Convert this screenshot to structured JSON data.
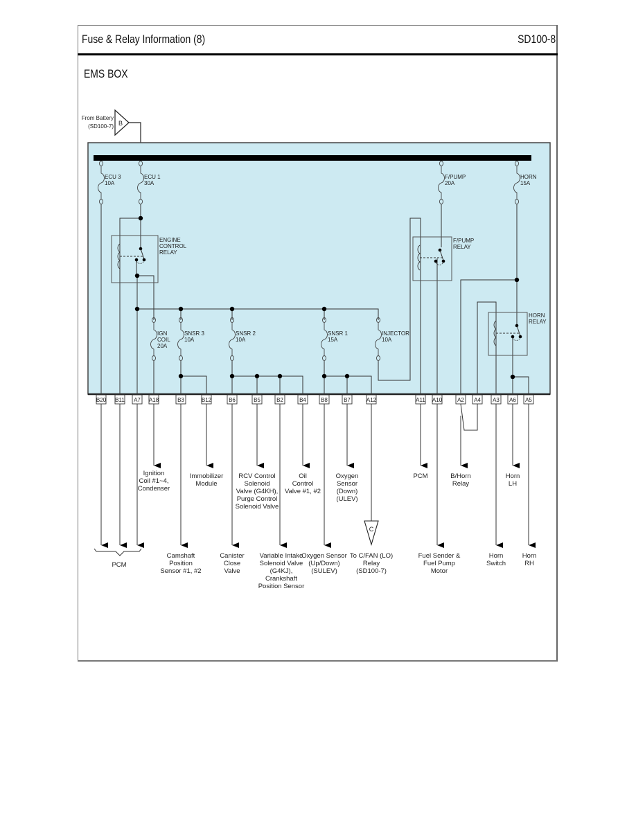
{
  "header": {
    "title": "Fuse & Relay Information (8)",
    "page_code": "SD100-8"
  },
  "section_title": "EMS BOX",
  "battery_input": {
    "label_line1": "From Battery",
    "label_line2": "(SD100-7)",
    "connector": "B"
  },
  "fuses": [
    {
      "id": "ecu3",
      "name": "ECU 3",
      "rating": "10A"
    },
    {
      "id": "ecu1",
      "name": "ECU 1",
      "rating": "30A"
    },
    {
      "id": "fpump",
      "name": "F/PUMP",
      "rating": "20A"
    },
    {
      "id": "horn",
      "name": "HORN",
      "rating": "15A"
    },
    {
      "id": "igncoil",
      "name": "IGN",
      "name2": "COIL",
      "rating": "20A"
    },
    {
      "id": "snsr3",
      "name": "SNSR 3",
      "rating": "10A"
    },
    {
      "id": "snsr2",
      "name": "SNSR 2",
      "rating": "10A"
    },
    {
      "id": "snsr1",
      "name": "SNSR 1",
      "rating": "15A"
    },
    {
      "id": "injector",
      "name": "INJECTOR",
      "rating": "10A"
    }
  ],
  "relays": [
    {
      "id": "engine",
      "line1": "ENGINE",
      "line2": "CONTROL",
      "line3": "RELAY"
    },
    {
      "id": "fpump",
      "line1": "F/PUMP",
      "line2": "RELAY"
    },
    {
      "id": "horn",
      "line1": "HORN",
      "line2": "RELAY"
    }
  ],
  "terminals": [
    "B20",
    "B11",
    "A7",
    "A18",
    "B3",
    "B12",
    "B6",
    "B5",
    "B2",
    "B4",
    "B8",
    "B7",
    "A12",
    "A11",
    "A10",
    "A2",
    "A4",
    "A3",
    "A6",
    "A5"
  ],
  "outputs_upper": [
    {
      "id": "ignition-coil",
      "lines": [
        "Ignition",
        "Coil #1~4,",
        "Condenser"
      ]
    },
    {
      "id": "immobilizer",
      "lines": [
        "Immobilizer",
        "Module"
      ]
    },
    {
      "id": "rcv-control",
      "lines": [
        "RCV Control",
        "Solenoid",
        "Valve (G4KH),",
        "Purge Control",
        "Solenoid Valve"
      ]
    },
    {
      "id": "oil-control",
      "lines": [
        "Oil",
        "Control",
        "Valve #1, #2"
      ]
    },
    {
      "id": "oxygen-down",
      "lines": [
        "Oxygen",
        "Sensor",
        "(Down)",
        "(ULEV)"
      ]
    },
    {
      "id": "pcm-a11",
      "lines": [
        "PCM"
      ]
    },
    {
      "id": "bhorn-relay",
      "lines": [
        "B/Horn",
        "Relay"
      ]
    },
    {
      "id": "horn-lh",
      "lines": [
        "Horn",
        "LH"
      ]
    }
  ],
  "outputs_lower": [
    {
      "id": "pcm-group",
      "lines": [
        "PCM"
      ]
    },
    {
      "id": "camshaft",
      "lines": [
        "Camshaft",
        "Position",
        "Sensor #1, #2"
      ]
    },
    {
      "id": "canister",
      "lines": [
        "Canister",
        "Close",
        "Valve"
      ]
    },
    {
      "id": "variable-intake",
      "lines": [
        "Variable Intake",
        "Solenoid Valve",
        "(G4KJ),",
        "Crankshaft",
        "Position Sensor"
      ]
    },
    {
      "id": "oxygen-updown",
      "lines": [
        "Oxygen Sensor",
        "(Up/Down)",
        "(SULEV)"
      ]
    },
    {
      "id": "cfan-relay",
      "lines": [
        "To C/FAN (LO)",
        "Relay",
        "(SD100-7)"
      ]
    },
    {
      "id": "fuel-sender",
      "lines": [
        "Fuel Sender &",
        "Fuel Pump",
        "Motor"
      ]
    },
    {
      "id": "horn-switch",
      "lines": [
        "Horn",
        "Switch"
      ]
    },
    {
      "id": "horn-rh",
      "lines": [
        "Horn",
        "RH"
      ]
    }
  ],
  "cfan_connector": "C",
  "colors": {
    "box_fill": "#cdeaf2",
    "wire": "#333333",
    "bus": "#000000"
  }
}
